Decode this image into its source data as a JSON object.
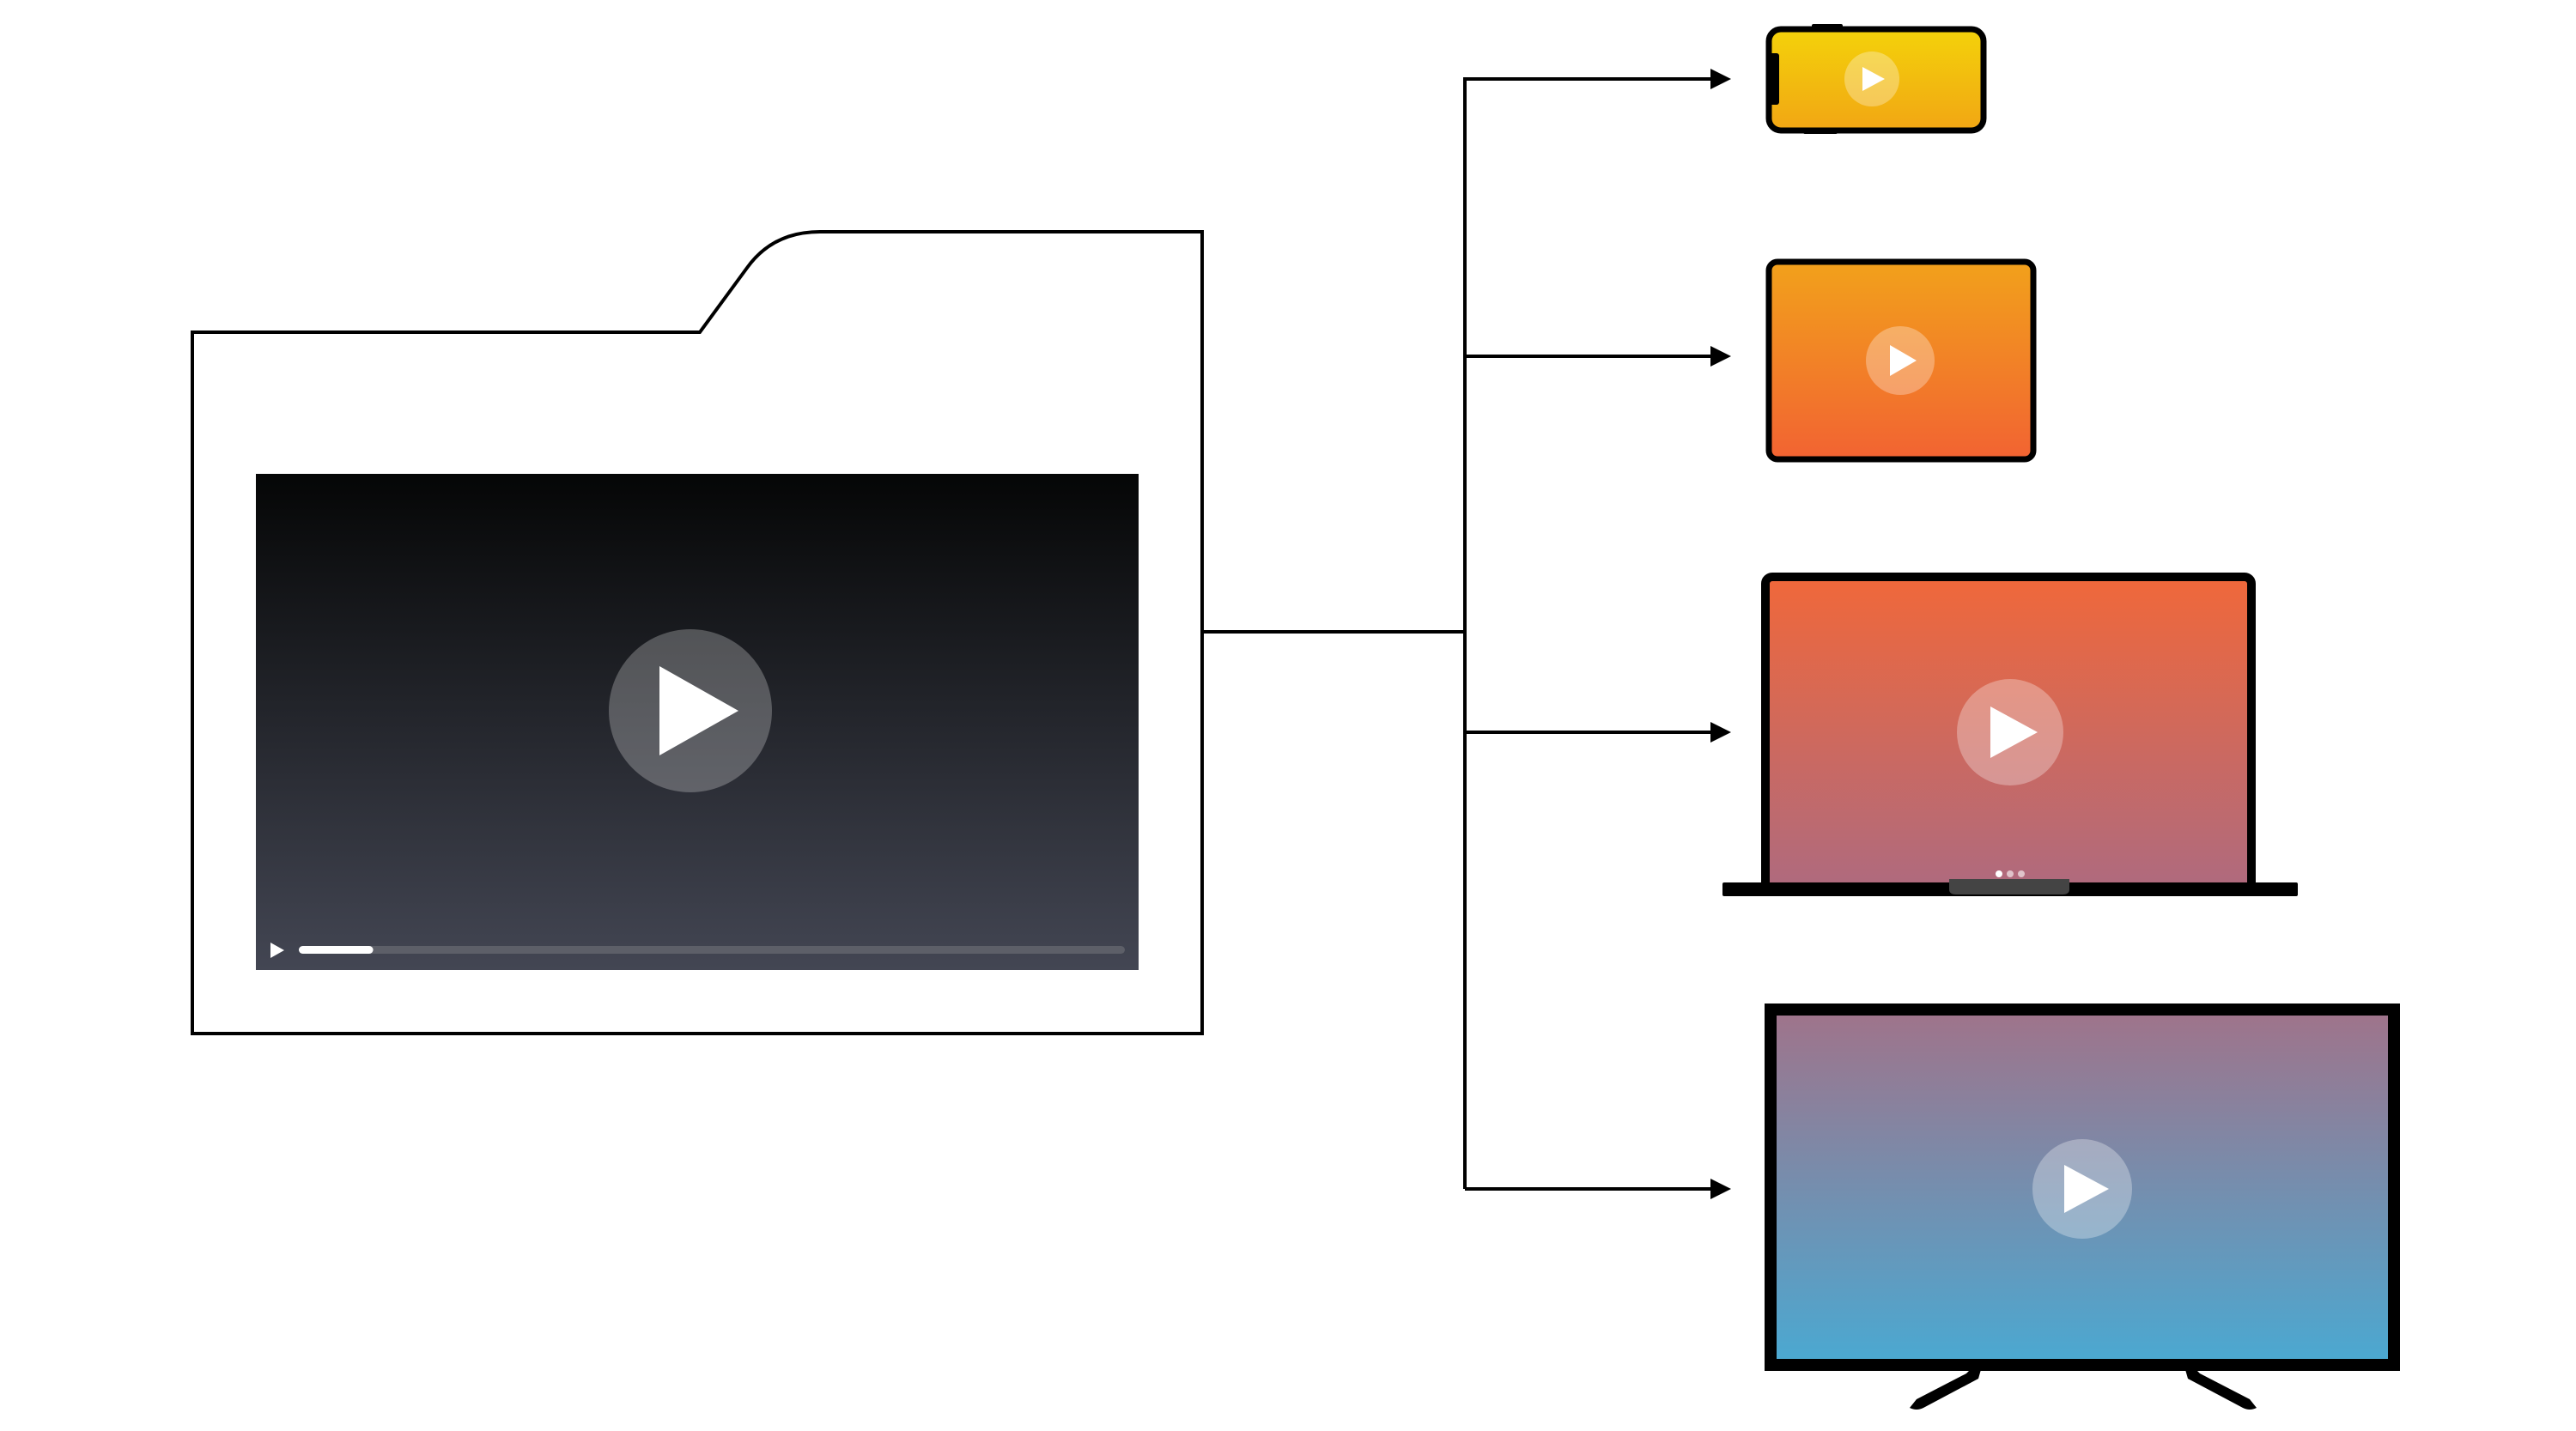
{
  "diagram": {
    "source": {
      "kind": "folder",
      "content": "video-player",
      "icon": "play-icon",
      "progress": 0.09,
      "video_gradient": [
        "#050606",
        "#434653"
      ]
    },
    "targets": [
      {
        "id": "phone",
        "icon": "play-icon",
        "gradient": [
          "#f3d20a",
          "#f2a614"
        ]
      },
      {
        "id": "tablet",
        "icon": "play-icon",
        "gradient": [
          "#f2a11b",
          "#f26332"
        ]
      },
      {
        "id": "laptop",
        "icon": "play-icon",
        "gradient": [
          "#f0683a",
          "#ae6a7f"
        ]
      },
      {
        "id": "tv",
        "icon": "play-icon",
        "gradient": [
          "#a0738a",
          "#4aa9d2"
        ]
      }
    ],
    "colors": {
      "line": "#000000",
      "background": "#ffffff",
      "progress_track": "#5d5f68",
      "progress_fill": "#ffffff"
    }
  }
}
